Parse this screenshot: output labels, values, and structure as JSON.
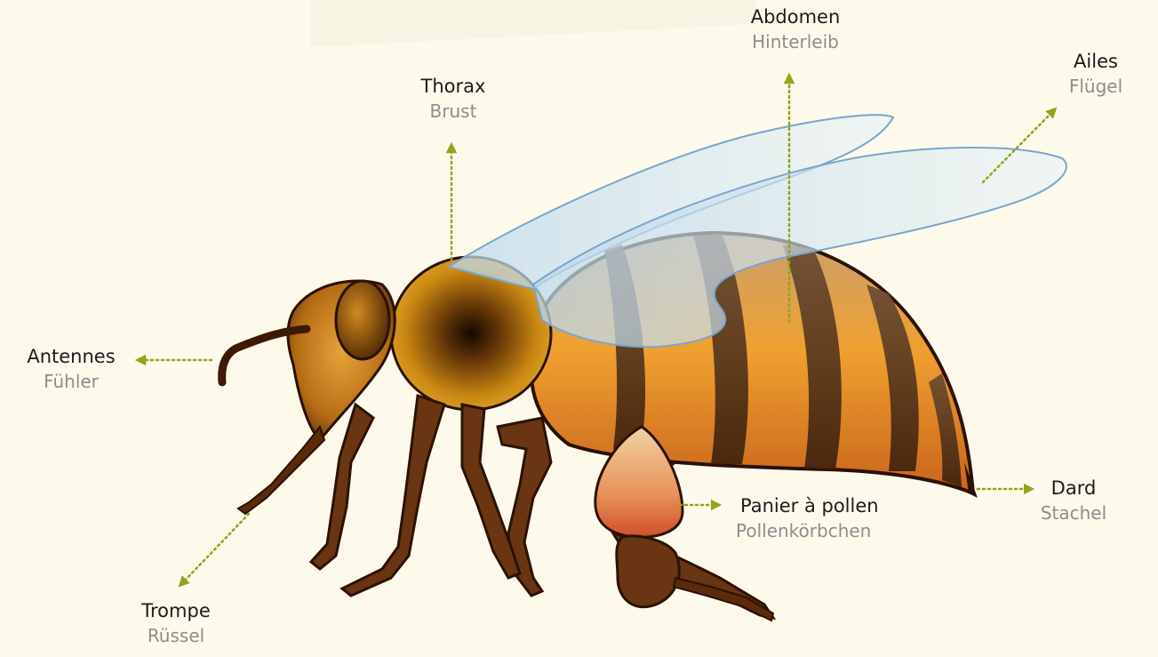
{
  "colors": {
    "background": "#fdfaeb",
    "leader_line": "#8ea61a",
    "label_primary": "#1c1c1c",
    "label_secondary": "#8d8d8d"
  },
  "labels": {
    "abdomen": {
      "fr": "Abdomen",
      "de": "Hinterleib"
    },
    "thorax": {
      "fr": "Thorax",
      "de": "Brust"
    },
    "wings": {
      "fr": "Ailes",
      "de": "Flügel"
    },
    "antennae": {
      "fr": "Antennes",
      "de": "Fühler"
    },
    "sting": {
      "fr": "Dard",
      "de": "Stachel"
    },
    "pollen_basket": {
      "fr": "Panier à pollen",
      "de": "Pollenkörbchen"
    },
    "proboscis": {
      "fr": "Trompe",
      "de": "Rüssel"
    }
  }
}
